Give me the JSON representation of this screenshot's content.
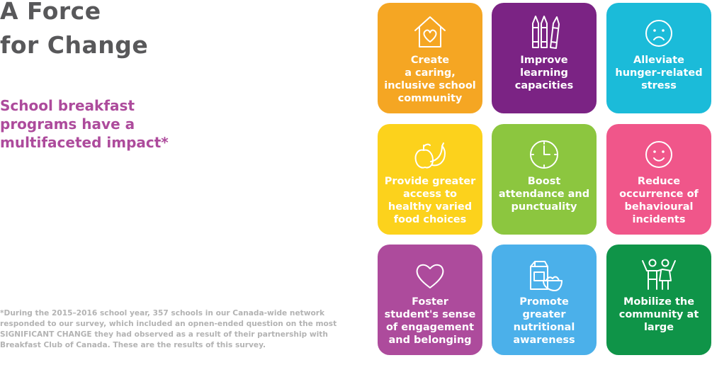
{
  "header": {
    "title_lines": [
      "A Force",
      "for Change"
    ],
    "subtitle_lines": [
      "School breakfast",
      "programs have a",
      "multifaceted impact*"
    ]
  },
  "footnote": "*During the 2015–2016 school year, 357 schools in our Canada-wide network responded to our survey, which included an opnen-ended question on the most SIGNIFICANT CHANGE they had observed as a result of their partnership with Breakfast Club of Canada. These are the results of this survey.",
  "colors": {
    "title": "#58585a",
    "subtitle": "#ad4b9c",
    "footnote": "#b3b3b3"
  },
  "tiles": [
    {
      "icon": "house-heart-icon",
      "color": "#f5a623",
      "lines": [
        "Create",
        "a caring,",
        "inclusive school",
        "community"
      ]
    },
    {
      "icon": "crayons-icon",
      "color": "#7b2384",
      "lines": [
        "Improve",
        "learning",
        "capacities"
      ]
    },
    {
      "icon": "sad-face-icon",
      "color": "#1bbbd9",
      "lines": [
        "Alleviate",
        "hunger-related",
        "stress"
      ]
    },
    {
      "icon": "fruit-icon",
      "color": "#fcd21c",
      "lines": [
        "Provide greater",
        "access to",
        "healthy varied",
        "food choices"
      ]
    },
    {
      "icon": "clock-icon",
      "color": "#8cc63f",
      "lines": [
        "Boost",
        "attendance and",
        "punctuality"
      ]
    },
    {
      "icon": "smiley-face-icon",
      "color": "#f0568a",
      "lines": [
        "Reduce",
        "occurrence of",
        "behavioural",
        "incidents"
      ]
    },
    {
      "icon": "heart-icon",
      "color": "#ad4b9c",
      "lines": [
        "Foster",
        "student's sense",
        "of engagement",
        "and belonging"
      ]
    },
    {
      "icon": "milk-bowl-icon",
      "color": "#4bb0ea",
      "lines": [
        "Promote",
        "greater",
        "nutritional",
        "awareness"
      ]
    },
    {
      "icon": "people-icon",
      "color": "#0f9448",
      "lines": [
        "Mobilize the",
        "community at",
        "large"
      ]
    }
  ]
}
